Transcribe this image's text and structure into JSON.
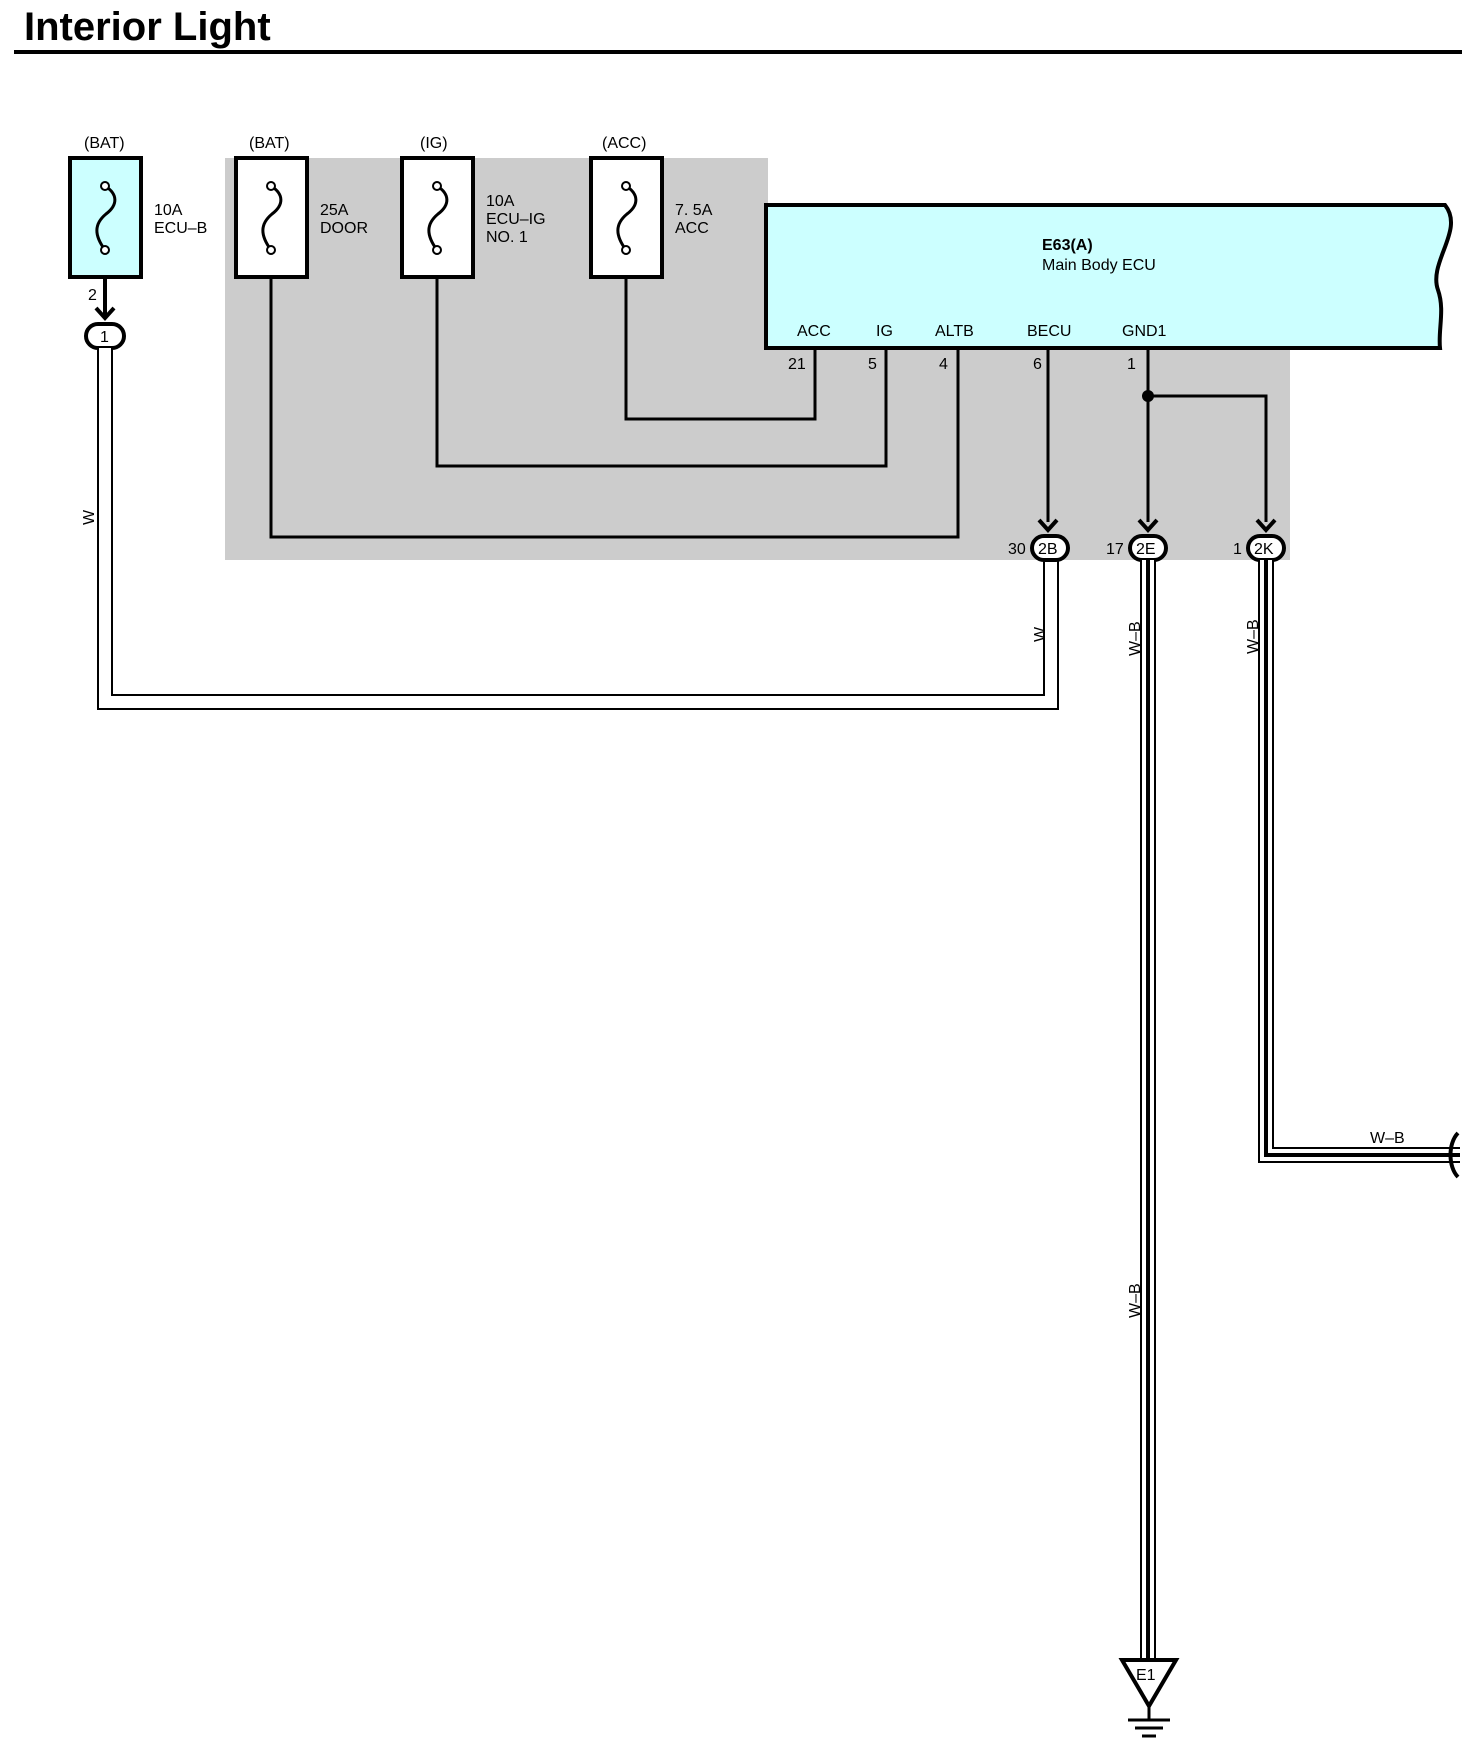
{
  "title": "Interior Light",
  "fuses": [
    {
      "source": "(BAT)",
      "rating": "10A",
      "name": "ECU–B",
      "name2": ""
    },
    {
      "source": "(BAT)",
      "rating": "25A",
      "name": "DOOR",
      "name2": ""
    },
    {
      "source": "(IG)",
      "rating": "10A",
      "name": "ECU–IG",
      "name2": "NO. 1"
    },
    {
      "source": "(ACC)",
      "rating": "7. 5A",
      "name": "ACC",
      "name2": ""
    }
  ],
  "fuse_pin": "2",
  "junction_connector": "1",
  "ecu": {
    "id": "E63(A)",
    "name": "Main Body ECU",
    "terminals": [
      {
        "label": "ACC",
        "pin": "21"
      },
      {
        "label": "IG",
        "pin": "5"
      },
      {
        "label": "ALTB",
        "pin": "4"
      },
      {
        "label": "BECU",
        "pin": "6"
      },
      {
        "label": "GND1",
        "pin": "1"
      }
    ]
  },
  "connectors": [
    {
      "code": "2B",
      "pin": "30"
    },
    {
      "code": "2E",
      "pin": "17"
    },
    {
      "code": "2K",
      "pin": "1"
    }
  ],
  "wire_colors": {
    "w_left": "W",
    "w_2b": "W",
    "wb_2e_top": "W–B",
    "wb_2k": "W–B",
    "wb_horizontal": "W–B",
    "wb_2e_bottom": "W–B"
  },
  "ground": "E1",
  "colors": {
    "junction_block": "#cccccc",
    "ecu_fill": "#ccffff",
    "fuse_fill": "#ccffff",
    "line": "#000000"
  }
}
